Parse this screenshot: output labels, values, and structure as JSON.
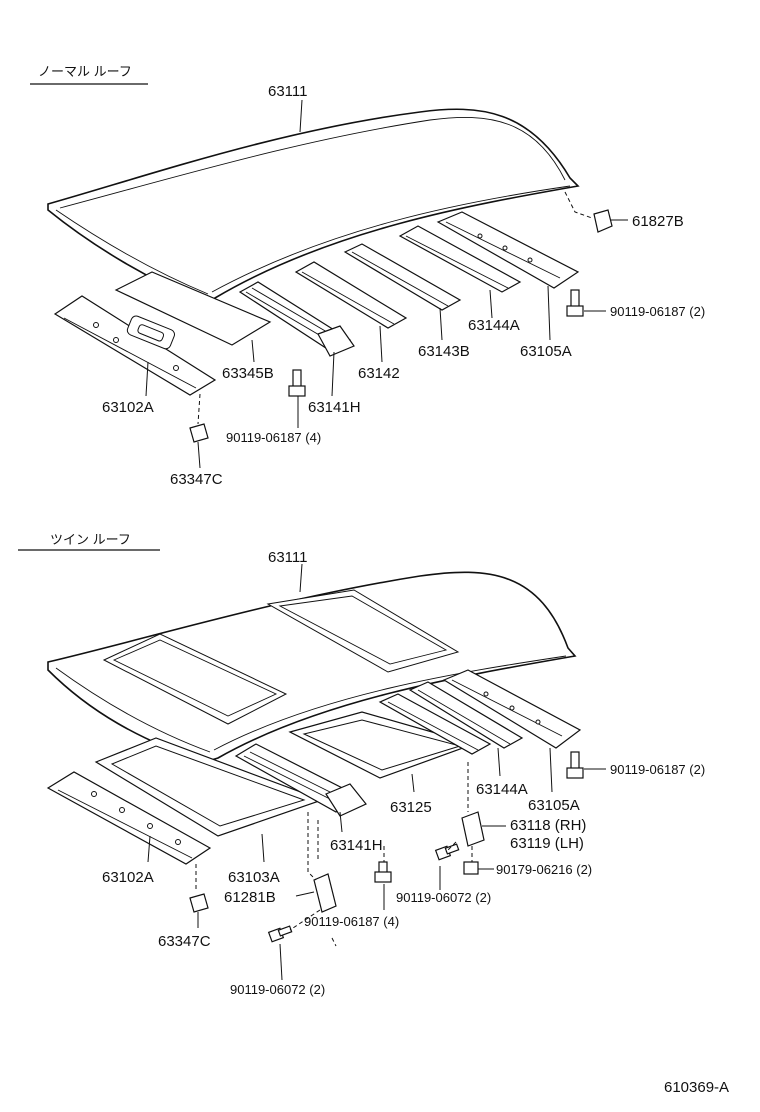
{
  "sections": {
    "normal_roof": {
      "header": "ノーマル ルーフ"
    },
    "twin_roof": {
      "header": "ツイン ルーフ"
    }
  },
  "labels": {
    "n_63111": "63111",
    "n_61827B": "61827B",
    "n_90119_06187_2": "90119-06187 (2)",
    "n_63144A": "63144A",
    "n_63105A": "63105A",
    "n_63143B": "63143B",
    "n_63142": "63142",
    "n_63345B": "63345B",
    "n_63102A": "63102A",
    "n_63141H": "63141H",
    "n_90119_06187_4": "90119-06187 (4)",
    "n_63347C": "63347C",
    "t_63111": "63111",
    "t_90119_06187_2": "90119-06187 (2)",
    "t_63144A": "63144A",
    "t_63105A": "63105A",
    "t_63125": "63125",
    "t_63118": "63118 (RH)",
    "t_63119": "63119 (LH)",
    "t_63141H": "63141H",
    "t_63102A": "63102A",
    "t_63103A": "63103A",
    "t_61281B": "61281B",
    "t_90119_06072_2a": "90119-06072 (2)",
    "t_90179_06216_2": "90179-06216 (2)",
    "t_90119_06187_4": "90119-06187 (4)",
    "t_63347C": "63347C",
    "t_90119_06072_2b": "90119-06072 (2)"
  },
  "figure_id": "610369-A"
}
